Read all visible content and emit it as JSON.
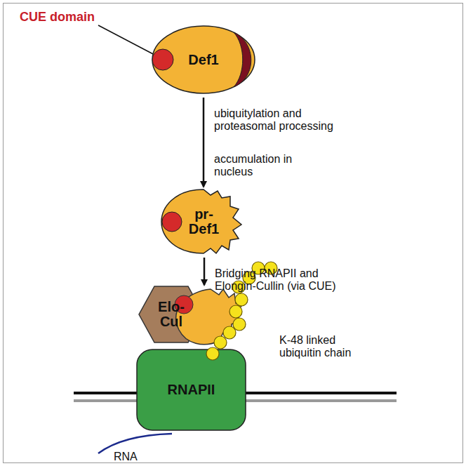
{
  "diagram": {
    "nodes": [
      {
        "text": [
          "Def1"
        ]
      },
      {
        "text": [
          "pr- Def1"
        ]
      },
      {
        "text": [
          "Elo- Cul"
        ]
      },
      {
        "text": [
          "RNAPII"
        ]
      }
    ],
    "edges": [
      {
        "from": 0,
        "to": 1,
        "arrow": "to",
        "label": "ubiquitylation and proteasomal processing"
      },
      {
        "from": 1,
        "to": 2,
        "arrow": "to",
        "label": "Bridging RNAPII and Elongin-Cullin (via CUE)"
      }
    ],
    "labels": [
      "CUE domain",
      "accumulation in nucleus",
      "K-48 linked ubiquitin chain",
      "RNA"
    ]
  }
}
